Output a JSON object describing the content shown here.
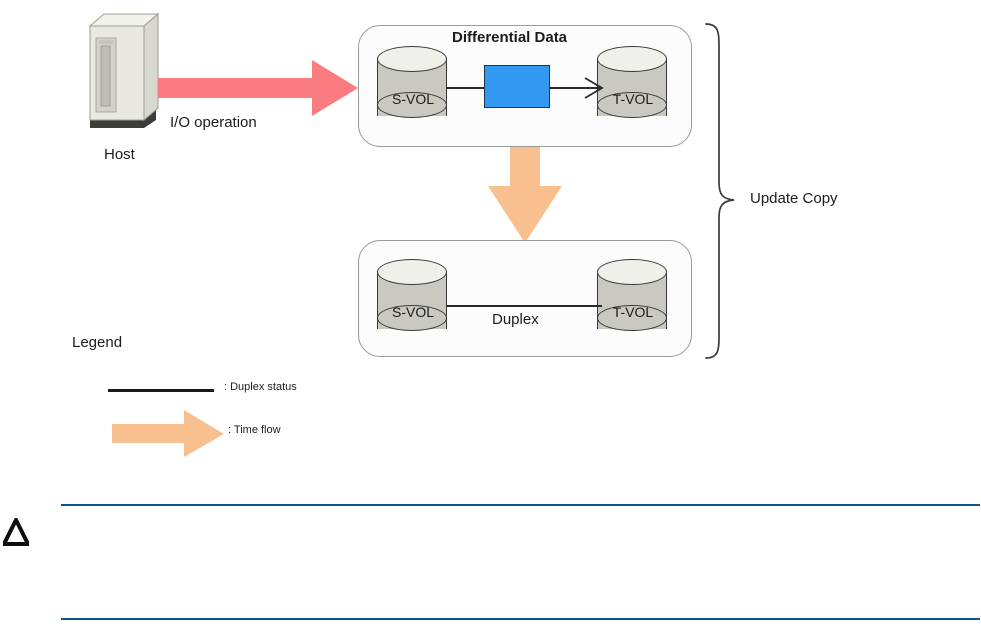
{
  "diagram": {
    "title": "Update Copy",
    "host": {
      "label": "Host",
      "icon": "server-tower-icon"
    },
    "io_arrow": {
      "label": "I/O operation",
      "icon": "right-arrow-icon",
      "color": "#fa7b80"
    },
    "top_pair": {
      "caption": "Differential Data",
      "source_volume": "S-VOL",
      "target_volume": "T-VOL",
      "differential_block_color": "#3399f0",
      "connector_icon": "arrow-right-icon"
    },
    "bottom_pair": {
      "status": "Duplex",
      "source_volume": "S-VOL",
      "target_volume": "T-VOL"
    },
    "time_flow_arrow": {
      "icon": "down-arrow-icon",
      "color": "#f8c08f"
    },
    "brace": {
      "label": "Update Copy",
      "icon": "curly-brace-icon"
    },
    "legend": {
      "heading": "Legend",
      "items": [
        {
          "symbol": "solid-line",
          "text": ": Duplex status"
        },
        {
          "symbol": "orange-arrow",
          "text": ": Time flow"
        }
      ]
    },
    "footer": {
      "marker": "Δ",
      "rule_color": "#0b5394"
    }
  }
}
